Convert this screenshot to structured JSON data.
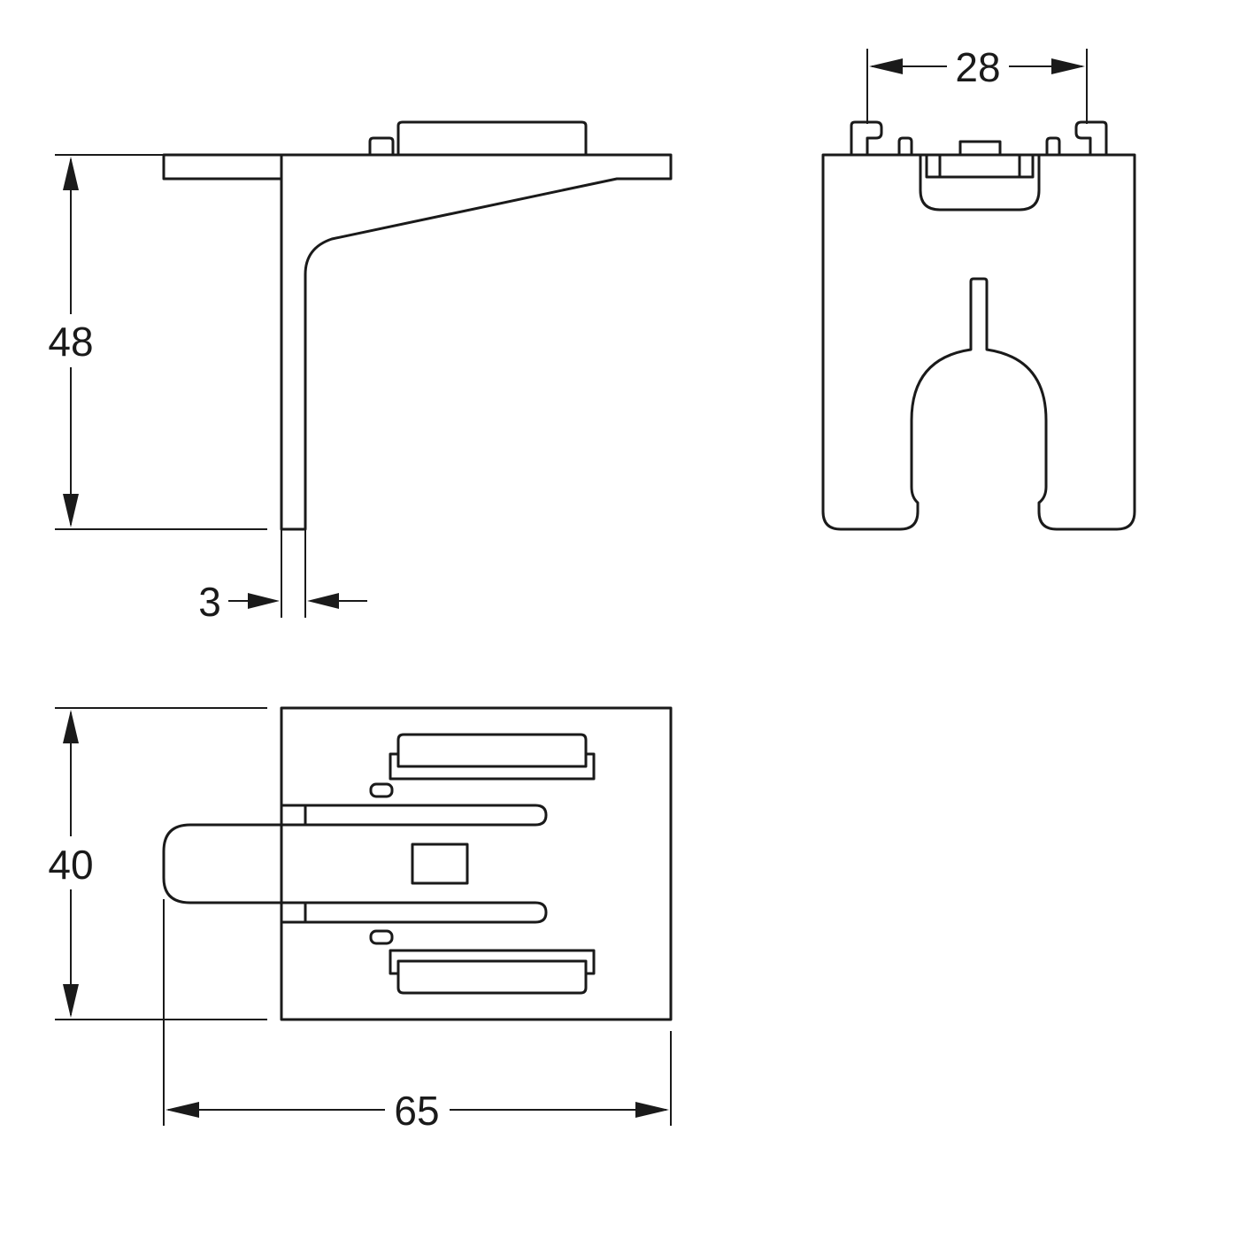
{
  "dimensions": {
    "side_height": "48",
    "side_thickness": "3",
    "front_width": "28",
    "top_depth": "40",
    "top_length": "65"
  },
  "colors": {
    "line": "#1a1a1a",
    "background": "#ffffff"
  }
}
